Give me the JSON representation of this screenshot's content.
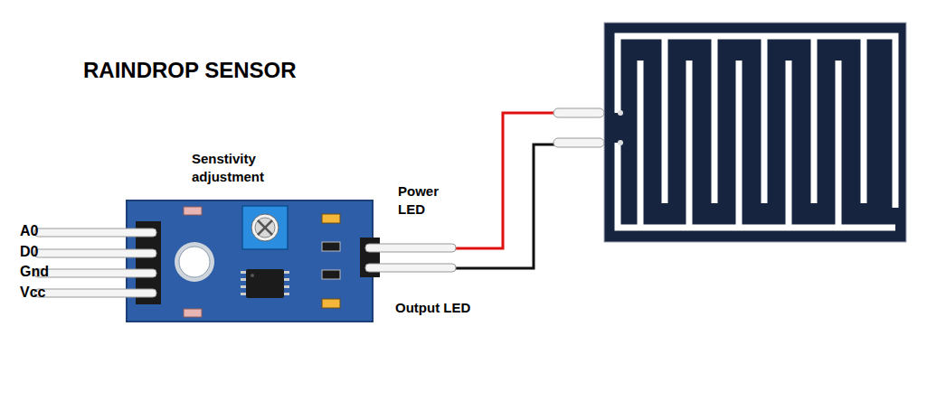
{
  "diagram": {
    "title": "RAINDROP SENSOR",
    "labels": [
      "Senstivity adjustment",
      "Power LED",
      "Output LED",
      "A0",
      "D0",
      "Gnd",
      "Vcc"
    ]
  }
}
